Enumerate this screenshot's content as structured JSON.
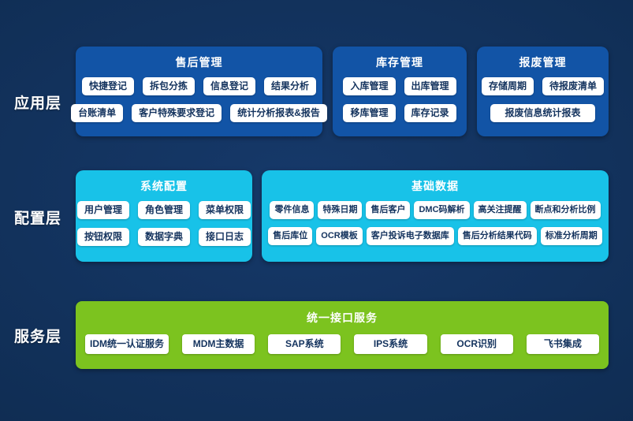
{
  "colors": {
    "background": "#0e2a4e",
    "panel_blue": "#1254a6",
    "panel_cyan": "#18c2e8",
    "panel_green": "#7cc31f",
    "chip_background": "#ffffff",
    "chip_text": "#14335e",
    "title_text": "#ffffff"
  },
  "layers": [
    {
      "label": "应用层",
      "panels": [
        {
          "title": "售后管理",
          "rows": [
            [
              "快捷登记",
              "拆包分拣",
              "信息登记",
              "结果分析"
            ],
            [
              "台账清单",
              "客户特殊要求登记",
              "统计分析报表&报告"
            ]
          ]
        },
        {
          "title": "库存管理",
          "rows": [
            [
              "入库管理",
              "出库管理"
            ],
            [
              "移库管理",
              "库存记录"
            ]
          ]
        },
        {
          "title": "报废管理",
          "rows": [
            [
              "存储周期",
              "待报废清单"
            ],
            [
              "报废信息统计报表"
            ]
          ]
        }
      ]
    },
    {
      "label": "配置层",
      "panels": [
        {
          "title": "系统配置",
          "rows": [
            [
              "用户管理",
              "角色管理",
              "菜单权限"
            ],
            [
              "按钮权限",
              "数据字典",
              "接口日志"
            ]
          ]
        },
        {
          "title": "基础数据",
          "rows": [
            [
              "零件信息",
              "特殊日期",
              "售后客户",
              "DMC码解析",
              "高关注提醒",
              "断点和分析比例"
            ],
            [
              "售后库位",
              "OCR模板",
              "客户投诉电子数据库",
              "售后分析结果代码",
              "标准分析周期"
            ]
          ]
        }
      ]
    },
    {
      "label": "服务层",
      "panels": [
        {
          "title": "统一接口服务",
          "rows": [
            [
              "IDM统一认证服务",
              "MDM主数据",
              "SAP系统",
              "IPS系统",
              "OCR识别",
              "飞书集成"
            ]
          ]
        }
      ]
    }
  ]
}
